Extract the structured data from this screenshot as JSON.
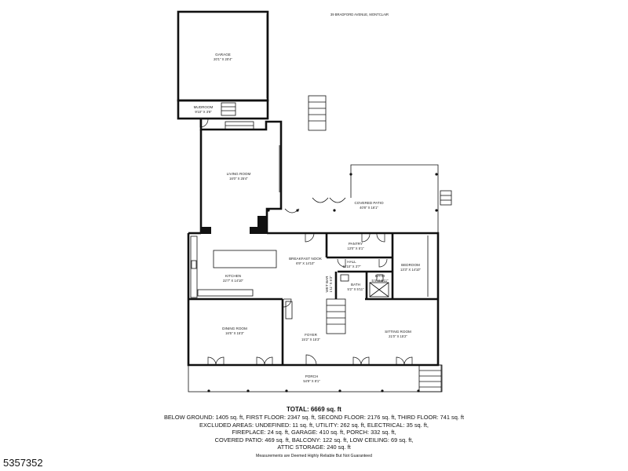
{
  "address": "39 BRADFORD AVENUE, MONTCLAIR",
  "rooms": [
    {
      "id": "garage",
      "name": "GARAGE",
      "dim": "20'1\" X 20'4\""
    },
    {
      "id": "mudroom",
      "name": "MUDROOM",
      "dim": "9'10\" X 3'8\""
    },
    {
      "id": "living-room",
      "name": "LIVING ROOM",
      "dim": "16'0\" X 25'4\""
    },
    {
      "id": "covered-patio",
      "name": "COVERED PATIO",
      "dim": "40'8\" X 16'1\""
    },
    {
      "id": "pantry",
      "name": "PANTRY",
      "dim": "13'0\" X 5'1\""
    },
    {
      "id": "breakfast-nook",
      "name": "BREAKFAST NOOK",
      "dim": "6'9\" X 14'10\""
    },
    {
      "id": "hall",
      "name": "HALL",
      "dim": "11'10\" X 3'7\""
    },
    {
      "id": "bedroom",
      "name": "BEDROOM",
      "dim": "13'3\" X 14'10\""
    },
    {
      "id": "kitchen",
      "name": "KITCHEN",
      "dim": "22'7\" X 14'10\""
    },
    {
      "id": "wet-bar",
      "name": "WET BAR",
      "dim": "1'11\" X 6'3\""
    },
    {
      "id": "bath-1",
      "name": "BATH",
      "dim": "5'2\" X 5'11\""
    },
    {
      "id": "bath-2",
      "name": "BATH",
      "dim": "5'4\" X 5'11\""
    },
    {
      "id": "dining-room",
      "name": "DINING ROOM",
      "dim": "16'5\" X 15'3\""
    },
    {
      "id": "foyer",
      "name": "FOYER",
      "dim": "15'2\" X 15'3\""
    },
    {
      "id": "sitting-room",
      "name": "SITTING ROOM",
      "dim": "21'0\" X 15'2\""
    },
    {
      "id": "porch",
      "name": "PORCH",
      "dim": "54'9\" X 8'1\""
    }
  ],
  "summary": {
    "total": "TOTAL: 6669 sq. ft",
    "lines": [
      "BELOW GROUND: 1405 sq. ft, FIRST FLOOR: 2347 sq. ft, SECOND FLOOR: 2176 sq. ft, THIRD FLOOR: 741 sq. ft",
      "EXCLUDED AREAS: UNDEFINED: 11 sq. ft, UTILITY: 262 sq. ft, ELECTRICAL: 35 sq. ft,",
      "FIREPLACE: 24 sq. ft, GARAGE: 410 sq. ft, PORCH: 332 sq. ft,",
      "COVERED PATIO: 469 sq. ft, BALCONY: 122 sq. ft, LOW CEILING: 69 sq. ft,",
      "ATTIC STORAGE: 240 sq. ft"
    ],
    "disclaimer": "Measurements are Deemed Highly Reliable But Not Guaranteed"
  },
  "listing_id": "5357352"
}
